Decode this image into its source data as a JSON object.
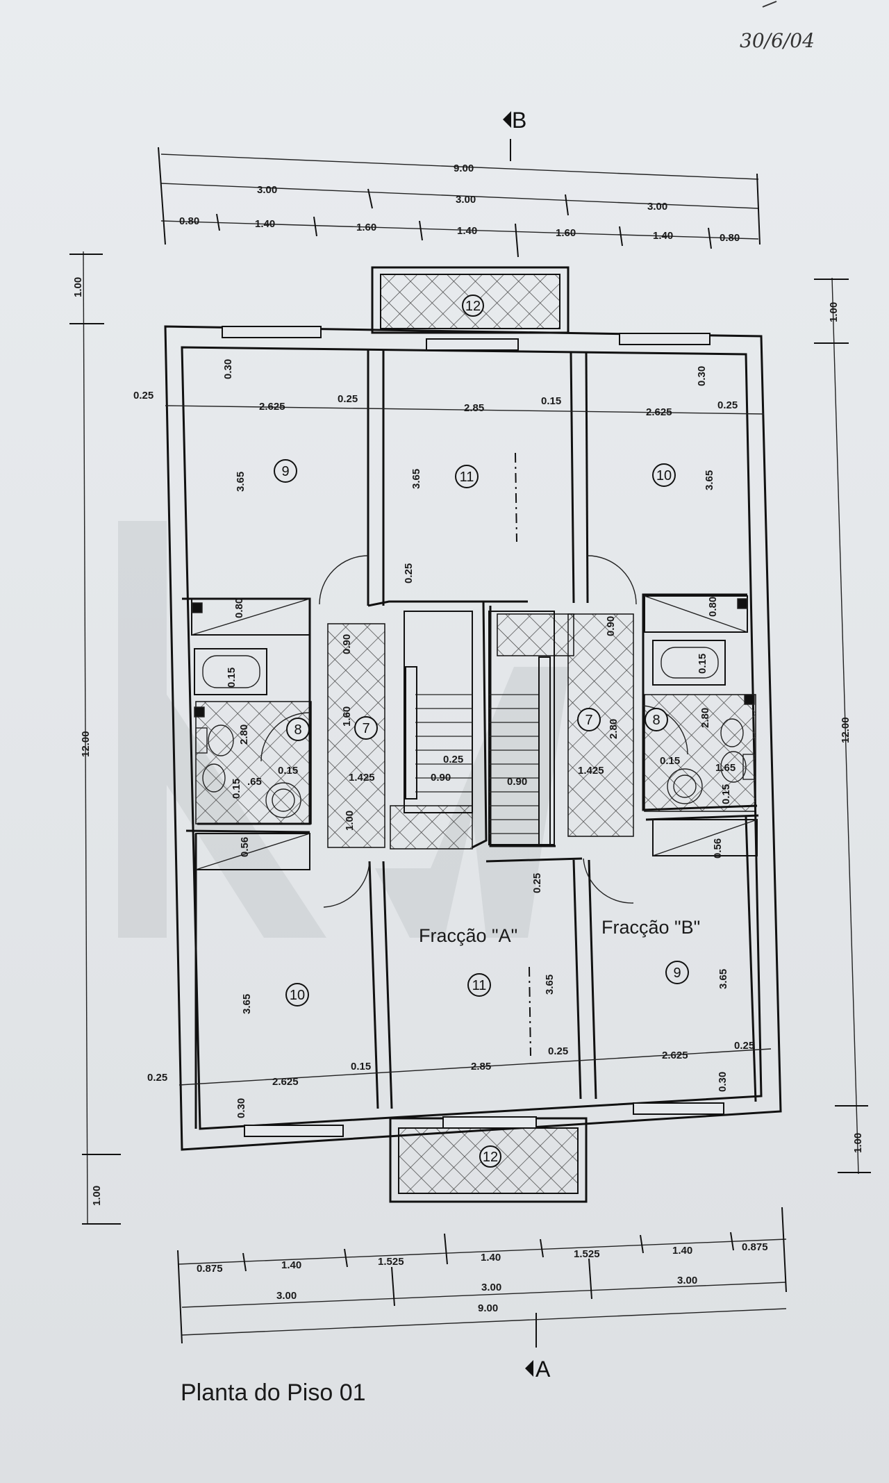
{
  "handwriting": {
    "date": "30/6/04"
  },
  "title": "Planta do Piso 01",
  "sections": {
    "top": "B",
    "bottom": "A"
  },
  "fractions": {
    "a": "Fracção \"A\"",
    "b": "Fracção \"B\""
  },
  "rooms": {
    "top_left": "9",
    "top_mid": "11",
    "top_right": "10",
    "stair_left": "7",
    "stair_right": "7",
    "bath_left": "8",
    "bath_right": "8",
    "bot_left": "10",
    "bot_mid": "11",
    "bot_right": "9",
    "balcony_top": "12",
    "balcony_bottom": "12"
  },
  "dims": {
    "top_total": "9.00",
    "top_thirds": [
      "3.00",
      "3.00",
      "3.00"
    ],
    "top_detail": [
      "0.80",
      "1.40",
      "1.60",
      "1.40",
      "1.60",
      "1.40",
      "0.80"
    ],
    "bottom_total": "9.00",
    "bottom_thirds": [
      "3.00",
      "3.00",
      "3.00"
    ],
    "bottom_detail": [
      "0.875",
      "1.40",
      "1.525",
      "1.40",
      "1.525",
      "1.40",
      "0.875"
    ],
    "left_total": "12.00",
    "left_top": "1.00",
    "left_bottom": "1.00",
    "right_total": "12.00",
    "right_top": "1.00",
    "right_bottom": "1.00",
    "room_top": [
      "0.25",
      "2.625",
      "0.25",
      "2.85",
      "0.15",
      "2.625",
      "0.25"
    ],
    "room_bottom": [
      "0.25",
      "2.625",
      "0.15",
      "2.85",
      "0.25",
      "2.625",
      "0.25"
    ],
    "depth": "3.65",
    "top_offsets": [
      "0.30",
      "0.30"
    ],
    "bottom_offsets": [
      "0.30",
      "0.30"
    ],
    "mid_wall": "0.25",
    "mid_wall_b": "0.25",
    "stair_a": [
      "0.90",
      "1.60",
      "1.425",
      "0.90",
      "1.00",
      "0.25"
    ],
    "stair_b": [
      "0.90",
      "2.80",
      "1.425",
      "0.90"
    ],
    "bath_a": [
      "0.80",
      "0.15",
      "2.80",
      ".65",
      "0.15",
      "0.15",
      "0.56"
    ],
    "bath_b": [
      "0.80",
      "0.15",
      "2.80",
      "0.15",
      "1.65",
      "0.15",
      "0.56"
    ]
  }
}
